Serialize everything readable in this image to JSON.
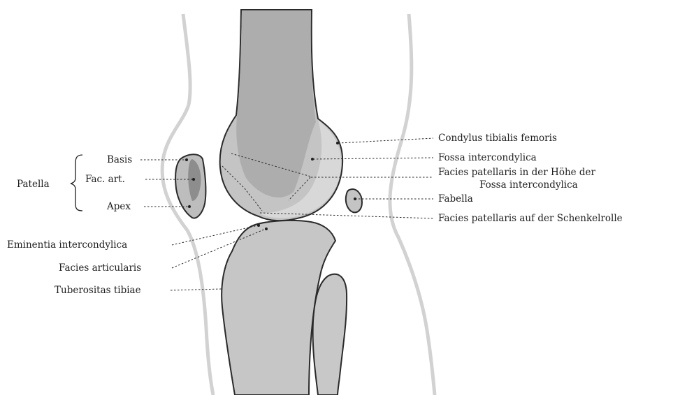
{
  "labels": {
    "patella": "Patella",
    "basis": "Basis",
    "fac_art": "Fac. art.",
    "apex": "Apex",
    "condylus": "Condylus tibialis femoris",
    "fossa": "Fossa intercondylica",
    "facies_patellaris_line1": "Facies patellaris in der Höhe der",
    "facies_patellaris_line2": "Fossa intercondylica",
    "fabella": "Fabella",
    "facies_schenkelrolle": "Facies patellaris auf der Schenkelrolle",
    "eminentia": "Eminentia intercondylica",
    "facies_articularis": "Facies articularis",
    "tuberositas": "Tuberositas tibiae"
  },
  "colors": {
    "bone_fill": "#c8c8c8",
    "bone_dark": "#a9a9a9",
    "bone_light": "#dcdcdc",
    "outline": "#2a2a2a",
    "soft_tissue": "#d6d6d6"
  }
}
